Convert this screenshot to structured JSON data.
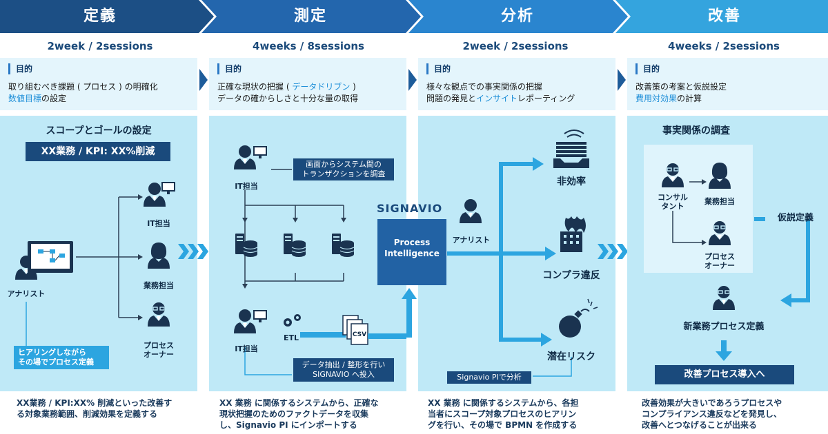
{
  "phases": [
    {
      "title": "定義",
      "duration": "2week / 2sessions",
      "purpose_label": "目的",
      "purpose_line1": "取り組むべき課題 ( プロセス ) の明確化",
      "purpose_line2_hl": "数値目標",
      "purpose_line2_rest": "の設定",
      "desc_line1": "XX業務 / KPI:XX% 削減といった改善す",
      "desc_line2": "る対象業務範囲、削減効果を定義する"
    },
    {
      "title": "測定",
      "duration": "4weeks / 8sessions",
      "purpose_label": "目的",
      "purpose_line1_a": "正確な現状の把握 ( ",
      "purpose_line1_hl": "データドリブン",
      "purpose_line1_b": " )",
      "purpose_line2": "データの確からしさと十分な量の取得",
      "desc_line1": "XX 業務 に関係するシステムから、正確な",
      "desc_line2": "現状把握のためのファクトデータを収集",
      "desc_line3": "し、Signavio PI にインポートする"
    },
    {
      "title": "分析",
      "duration": "2week / 2sessions",
      "purpose_label": "目的",
      "purpose_line1": "様々な観点での事実関係の把握",
      "purpose_line2_a": "問題の発見と",
      "purpose_line2_hl": "インサイト",
      "purpose_line2_b": "レポーティング",
      "desc_line1": "XX 業務 に関係するシステムから、各担",
      "desc_line2": "当者にスコープ対象プロセスのヒアリン",
      "desc_line3": "グを行い、その場で BPMN を作成する"
    },
    {
      "title": "改善",
      "duration": "4weeks / 2sessions",
      "purpose_label": "目的",
      "purpose_line1": "改善策の考案と仮説設定",
      "purpose_line2_hl": "費用対効果",
      "purpose_line2_rest": "の計算",
      "desc_line1": "改善効果が大きいであろうプロセスや",
      "desc_line2": "コンプライアンス違反などを発見し、",
      "desc_line3": "改善へとつなげることが出来る"
    }
  ],
  "define_panel": {
    "scope_title": "スコープとゴールの設定",
    "scope_box": "XX業務 / KPI: XX%削減",
    "analyst": "アナリスト",
    "it_person": "IT担当",
    "business_person": "業務担当",
    "process_owner_1": "プロセス",
    "process_owner_2": "オーナー",
    "hearing_1": "ヒアリングしながら",
    "hearing_2": "その場でプロセス定義"
  },
  "measure_panel": {
    "it_person_top": "IT担当",
    "survey_1": "画面からシステム間の",
    "survey_2": "トランザクションを調査",
    "etl": "ETL",
    "csv": "CSV",
    "it_person_bottom": "IT担当",
    "extract_1": "データ抽出 / 整形を行い",
    "extract_2": "SIGNAVIO へ投入"
  },
  "analyze_panel": {
    "signavio": "SIGNAVIO",
    "engine_1": "Process",
    "engine_2": "Intelligence",
    "analyst": "アナリスト",
    "inefficiency": "非効率",
    "compliance": "コンプラ違反",
    "risk": "潜在リスク",
    "tool_label": "Signavio PIで分析"
  },
  "improve_panel": {
    "facts_title": "事実関係の調査",
    "consultant_1": "コンサル",
    "consultant_2": "タント",
    "business_person": "業務担当",
    "owner_1": "プロセス",
    "owner_2": "オーナー",
    "hypothesis": "仮説定義",
    "new_process": "新業務プロセス定義",
    "final_box": "改善プロセス導入へ"
  },
  "colors": {
    "navy": "#1a4a7c",
    "cyan": "#2ca5e0",
    "panel": "#bfe9f7",
    "head_1": "#1c4f85",
    "head_2": "#2366ad",
    "head_3": "#2a85cf",
    "head_4": "#34a4de"
  }
}
